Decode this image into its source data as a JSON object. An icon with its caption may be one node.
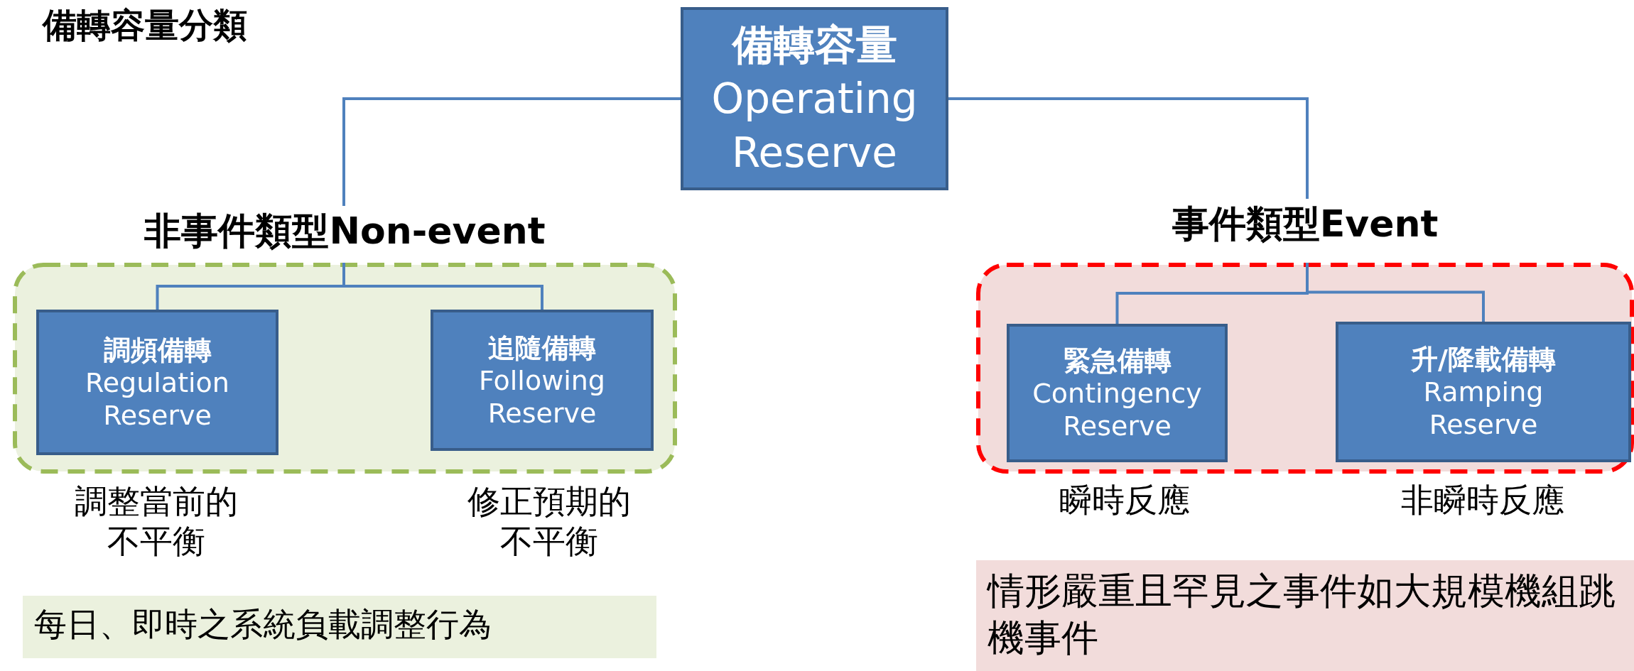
{
  "diagram": {
    "title": "備轉容量分類",
    "nodes": [
      {
        "text": [
          "備轉容量",
          "Operating Reserve"
        ]
      },
      {
        "text": [
          "非事件類型Non-event"
        ]
      },
      {
        "text": [
          "調頻備轉",
          "Regulation Reserve"
        ],
        "in": 1,
        "beside": [
          "調整當前的不平衡"
        ]
      },
      {
        "text": [
          "追隨備轉",
          "Following Reserve"
        ],
        "in": 1,
        "beside": [
          "修正預期的不平衡"
        ]
      },
      {
        "text": [
          "事件類型Event"
        ]
      },
      {
        "text": [
          "緊急備轉",
          "Contingency Reserve"
        ],
        "in": 4,
        "beside": [
          "瞬時反應"
        ]
      },
      {
        "text": [
          "升/降載備轉",
          "Ramping Reserve"
        ],
        "in": 4,
        "beside": [
          "非瞬時反應"
        ]
      },
      {
        "text": [
          "每日、即時之系統負載調整行為"
        ]
      },
      {
        "text": [
          "情形嚴重且罕見之事件如大規模機組跳機事件"
        ]
      }
    ],
    "edges": [
      {
        "from": 0,
        "to": 1,
        "arrow": "none"
      },
      {
        "from": 0,
        "to": 4,
        "arrow": "none"
      },
      {
        "from": 1,
        "to": 2,
        "arrow": "none"
      },
      {
        "from": 1,
        "to": 3,
        "arrow": "none"
      },
      {
        "from": 4,
        "to": 5,
        "arrow": "none"
      },
      {
        "from": 4,
        "to": 6,
        "arrow": "none"
      }
    ]
  }
}
